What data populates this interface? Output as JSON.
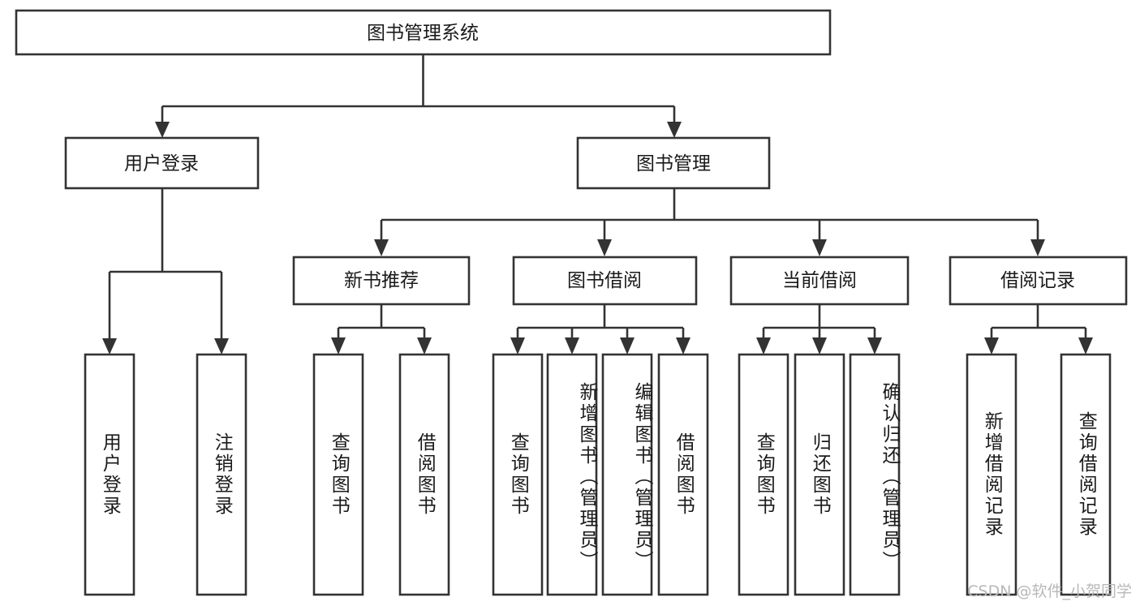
{
  "diagram": {
    "type": "tree",
    "title": "图书管理系统",
    "watermark": "CSDN @软件_小贺同学",
    "colors": {
      "stroke": "#333333",
      "box_fill": "#ffffff",
      "text": "#1a1a1a",
      "watermark": "#b8b8b8",
      "background": "#ffffff"
    },
    "levels": {
      "root": {
        "label": "图书管理系统"
      },
      "level2": [
        {
          "id": "user-login",
          "label": "用户登录"
        },
        {
          "id": "book-management",
          "label": "图书管理"
        }
      ],
      "level3": [
        {
          "id": "new-book-recommend",
          "label": "新书推荐"
        },
        {
          "id": "book-borrow",
          "label": "图书借阅"
        },
        {
          "id": "current-borrow",
          "label": "当前借阅"
        },
        {
          "id": "borrow-record",
          "label": "借阅记录"
        }
      ],
      "leaves": {
        "user_login": [
          {
            "id": "leaf-user-login",
            "label": "用户登录",
            "align": "center"
          },
          {
            "id": "leaf-logout-login",
            "label": "注销登录",
            "align": "center"
          }
        ],
        "new_book_recommend": [
          {
            "id": "leaf-query-book-1",
            "label": "查询图书",
            "align": "center"
          },
          {
            "id": "leaf-borrow-book-1",
            "label": "借阅图书",
            "align": "center"
          }
        ],
        "book_borrow": [
          {
            "id": "leaf-query-book-2",
            "label": "查询图书",
            "align": "center"
          },
          {
            "id": "leaf-add-book-admin",
            "label": "新增图书（管理员）",
            "align": "top"
          },
          {
            "id": "leaf-edit-book-admin",
            "label": "编辑图书（管理员）",
            "align": "top"
          },
          {
            "id": "leaf-borrow-book-2",
            "label": "借阅图书",
            "align": "center"
          }
        ],
        "current_borrow": [
          {
            "id": "leaf-query-book-3",
            "label": "查询图书",
            "align": "center"
          },
          {
            "id": "leaf-return-book",
            "label": "归还图书",
            "align": "center"
          },
          {
            "id": "leaf-confirm-return-admin",
            "label": "确认归还（管理员）",
            "align": "top"
          }
        ],
        "borrow_record": [
          {
            "id": "leaf-add-borrow-record",
            "label": "新增借阅记录",
            "align": "center"
          },
          {
            "id": "leaf-query-borrow-record",
            "label": "查询借阅记录",
            "align": "center"
          }
        ]
      }
    }
  }
}
